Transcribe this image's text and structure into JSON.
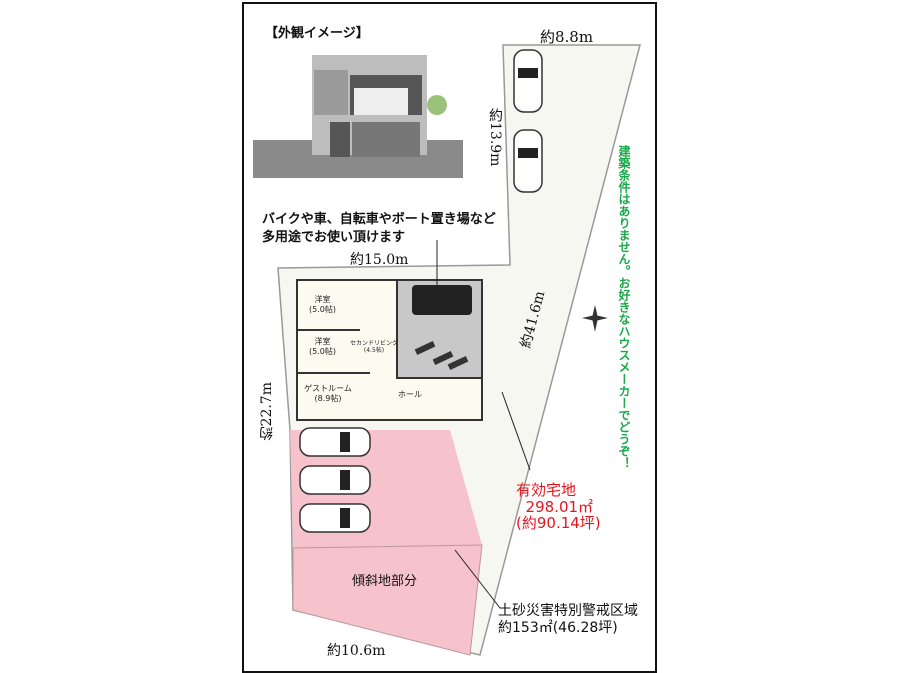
{
  "title": "【外観イメージ】",
  "dimensions": {
    "top": "約8.8m",
    "strip_side": "約13.9m",
    "house_top": "約15.0m",
    "diagonal": "約41.6m",
    "left": "約22.7m",
    "bottom": "約10.6m"
  },
  "callout_usage": [
    "バイクや車、自転車やボート置き場など",
    "多用途でお使い頂けます"
  ],
  "building_condition": "建築条件はありません。お好きなハウスメーカーでどうぞ！",
  "rooms": [
    {
      "name": "洋室",
      "size": "(5.0帖)"
    },
    {
      "name": "洋室",
      "size": "(5.0帖)"
    },
    {
      "name": "セカンドリビング",
      "size": "(4.5帖)"
    },
    {
      "name": "ゲストルーム",
      "size": "(8.9帖)"
    },
    {
      "name": "ホール",
      "size": ""
    }
  ],
  "effective_land": {
    "label": "有効宅地",
    "area": "298.01㎡",
    "tsubo": "(約90.14坪)"
  },
  "slope_area": "傾斜地部分",
  "hazard": {
    "label": "土砂災害特別警戒区域",
    "area": "約153㎡(46.28坪)"
  },
  "colors": {
    "pink": "#f6c2cc",
    "red": "#e8141c",
    "green": "#1aa84a"
  }
}
